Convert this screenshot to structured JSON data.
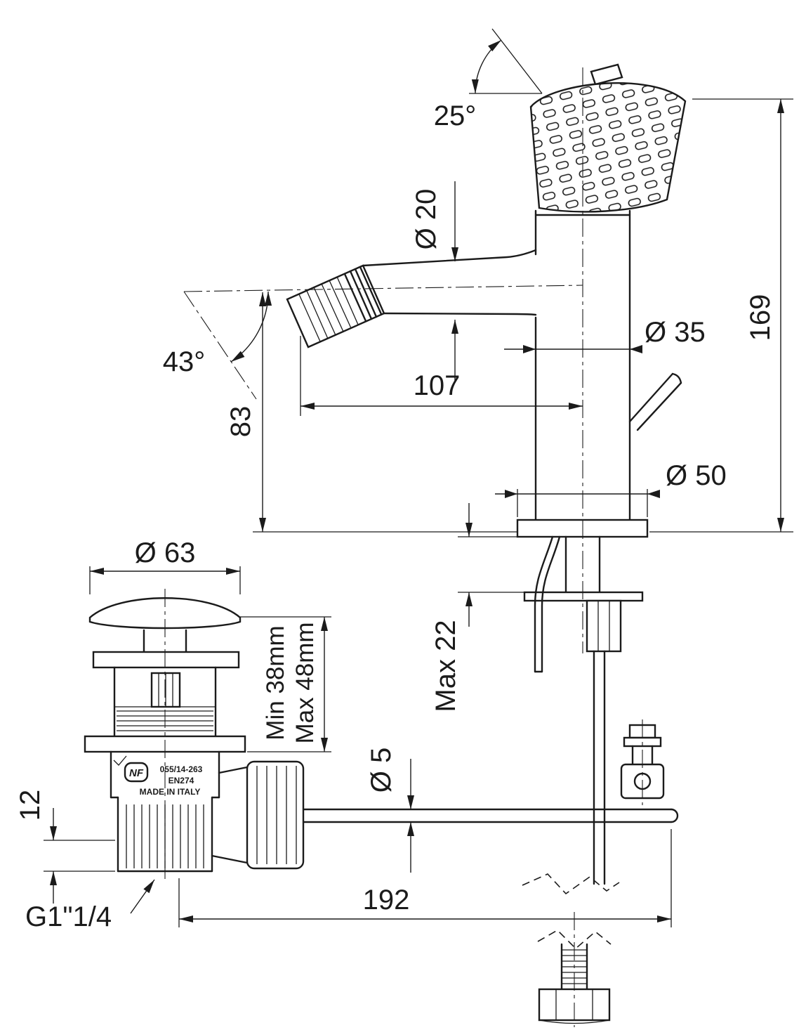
{
  "drawing": {
    "product": "bidet mixer with pop-up waste - dimensional drawing",
    "dimensions": {
      "handle_angle": "25°",
      "spout_diameter": "Ø 20",
      "total_height": "169",
      "body_diameter": "Ø 35",
      "spout_reach": "107",
      "spout_tilt_angle": "43°",
      "spout_height": "83",
      "base_diameter": "Ø 50",
      "waste_cap_diameter": "Ø 63",
      "deck_thickness_max": "Max 22",
      "waste_clamp_min": "Min 38mm",
      "waste_clamp_max": "Max 48mm",
      "rod_diameter": "Ø 5",
      "waste_tail_height": "12",
      "rod_length": "192",
      "waste_thread": "G1\"1/4"
    },
    "markings": {
      "nf_logo": "NF",
      "cert_code": "055/14-263",
      "standard": "EN274",
      "origin": "MADE IN ITALY"
    }
  }
}
